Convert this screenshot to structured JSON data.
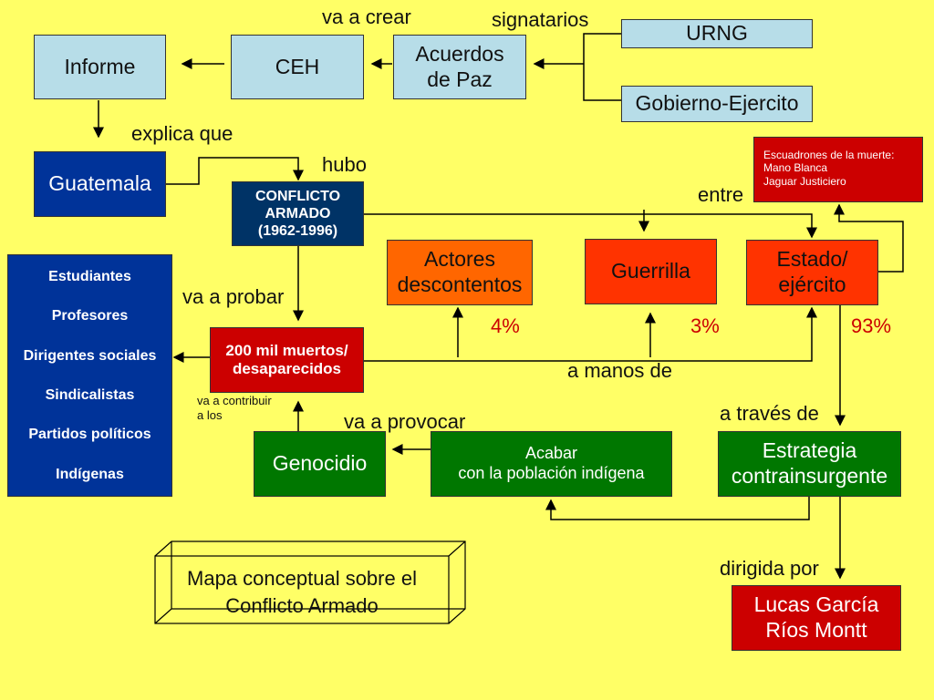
{
  "nodes": {
    "informe": "Informe",
    "ceh": "CEH",
    "acuerdos": "Acuerdos\nde Paz",
    "urng": "URNG",
    "gobierno": "Gobierno-Ejercito",
    "guatemala": "Guatemala",
    "conflicto": "CONFLICTO\nARMADO\n(1962-1996)",
    "escuadrones": "Escuadrones de la muerte:\nMano Blanca\nJaguar Justiciero",
    "actores": "Actores\ndescontentos",
    "guerrilla": "Guerrilla",
    "estado": "Estado/\nejército",
    "victims": [
      "Estudiantes",
      "Profesores",
      "Dirigentes sociales",
      "Sindicalistas",
      "Partidos políticos",
      "Indígenas"
    ],
    "muertos": "200 mil muertos/\ndesaparecidos",
    "genocidio": "Genocidio",
    "acabar": "Acabar\ncon la población indígena",
    "estrategia": "Estrategia\ncontrainsurgente",
    "lucas": "Lucas García\nRíos Montt"
  },
  "labels": {
    "va_a_crear": "va a crear",
    "signatarios": "signatarios",
    "explica_que": "explica que",
    "hubo": "hubo",
    "entre": "entre",
    "va_a_probar": "va a probar",
    "a_manos_de": "a manos de",
    "va_a_contribuir": "va a contribuir\na los",
    "va_a_provocar": "va a provocar",
    "a_traves_de": "a través de",
    "dirigida_por": "dirigida por"
  },
  "percents": {
    "actores": "4%",
    "guerrilla": "3%",
    "estado": "93%"
  },
  "title": "Mapa conceptual sobre el\nConflicto Armado",
  "colors": {
    "background": "#ffff66",
    "light_blue": "#b7dde8",
    "red": "#cc0000",
    "green": "#007700",
    "blue": "#003399",
    "navy": "#003366"
  }
}
